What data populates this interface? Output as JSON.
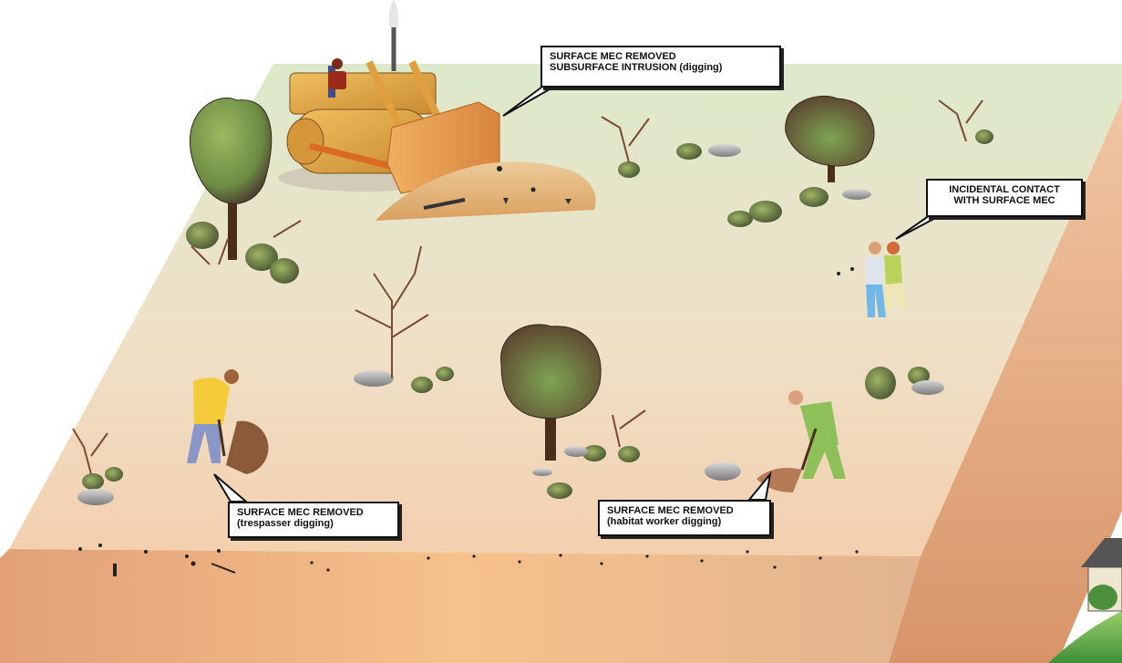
{
  "callouts": {
    "bulldozer": {
      "line1": "SURFACE MEC  REMOVED",
      "line2": "SUBSURFACE INTRUSION (digging)"
    },
    "incidental": {
      "line1": "INCIDENTAL CONTACT",
      "line2": "WITH SURFACE MEC"
    },
    "trespasser": {
      "line1": "SURFACE MEC REMOVED",
      "line2": "(trespasser digging)"
    },
    "habitat": {
      "line1": "SURFACE MEC REMOVED",
      "line2": "(habitat worker digging)"
    }
  },
  "colors": {
    "ground_back": "#dfe8cc",
    "ground_front": "#f2d7bf",
    "soil_front": "#e6a476",
    "soil_side": "#d99a6e",
    "bulldozer": "#e0a040",
    "tree_green": "#7a9a48",
    "shrub_green": "#5f7a3a",
    "rock": "#9a9a9a"
  }
}
